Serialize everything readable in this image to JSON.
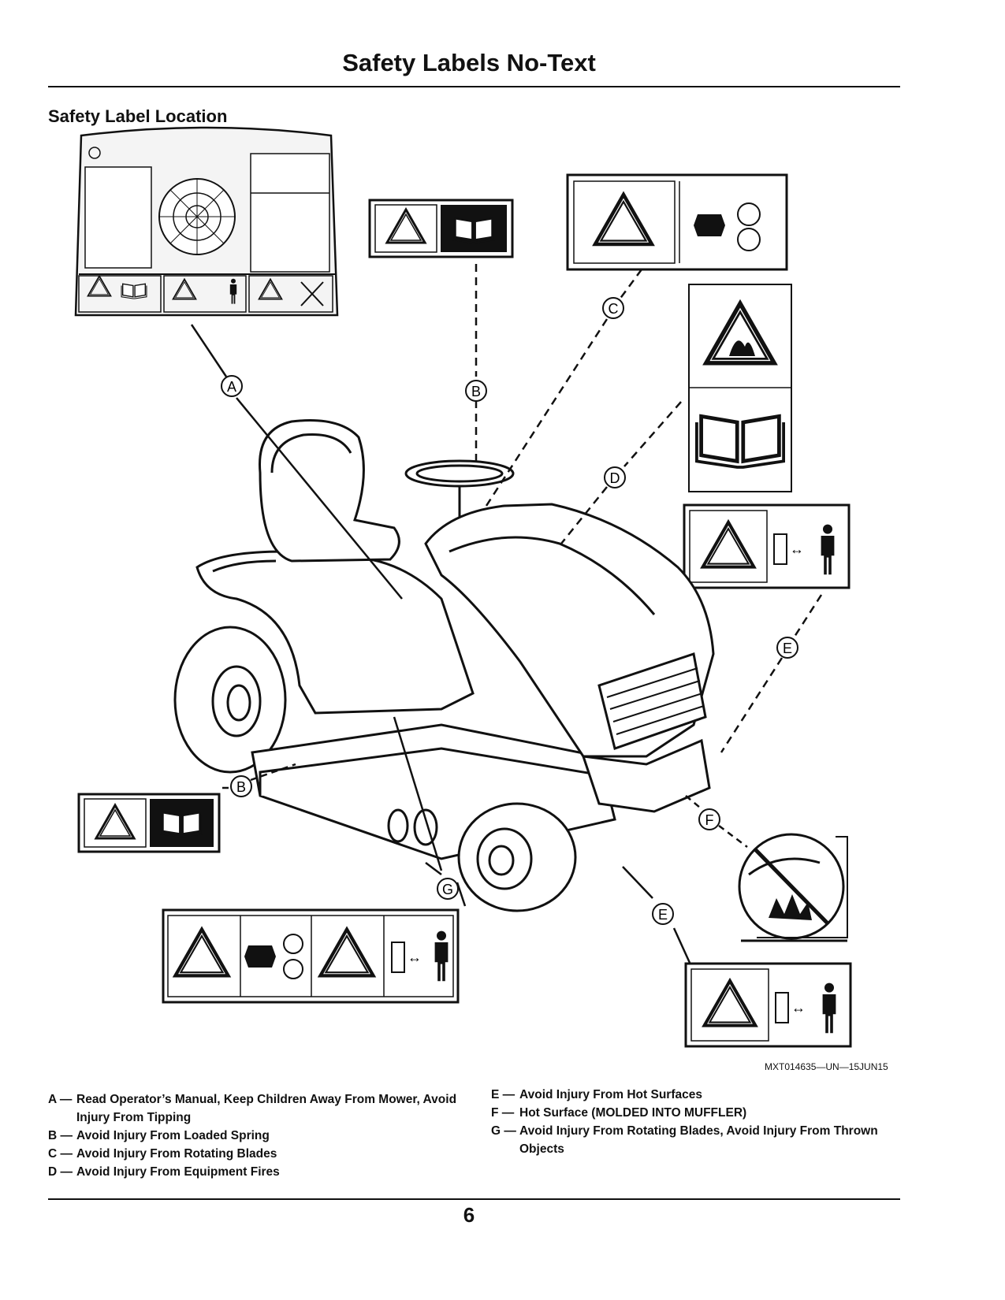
{
  "page": {
    "title": "Safety Labels No-Text",
    "section_heading": "Safety Label Location",
    "figure_id": "MXT014635—UN—15JUN15",
    "page_number": "6"
  },
  "callouts": [
    "A",
    "B",
    "B",
    "C",
    "D",
    "E",
    "E",
    "F",
    "G"
  ],
  "legend": {
    "left": [
      {
        "key": "A —",
        "text": "Read Operator’s Manual, Keep Children Away From Mower, Avoid Injury From Tipping"
      },
      {
        "key": "B —",
        "text": "Avoid Injury From Loaded Spring"
      },
      {
        "key": "C —",
        "text": "Avoid Injury From Rotating Blades"
      },
      {
        "key": "D —",
        "text": "Avoid Injury From Equipment Fires"
      }
    ],
    "right": [
      {
        "key": "E —",
        "text": "Avoid Injury From Hot Surfaces"
      },
      {
        "key": "F —",
        "text": "Hot Surface (MOLDED INTO MUFFLER)"
      },
      {
        "key": "G —",
        "text": "Avoid Injury From Rotating Blades, Avoid Injury From Thrown Objects"
      }
    ]
  },
  "icons": [
    "warning-triangle-icon",
    "operator-manual-book-icon",
    "loaded-spring-icon",
    "rotating-blades-icon",
    "fire-icon",
    "hot-surface-icon",
    "keep-distance-person-icon",
    "no-touch-muffler-icon",
    "lawn-tractor-illustration"
  ]
}
